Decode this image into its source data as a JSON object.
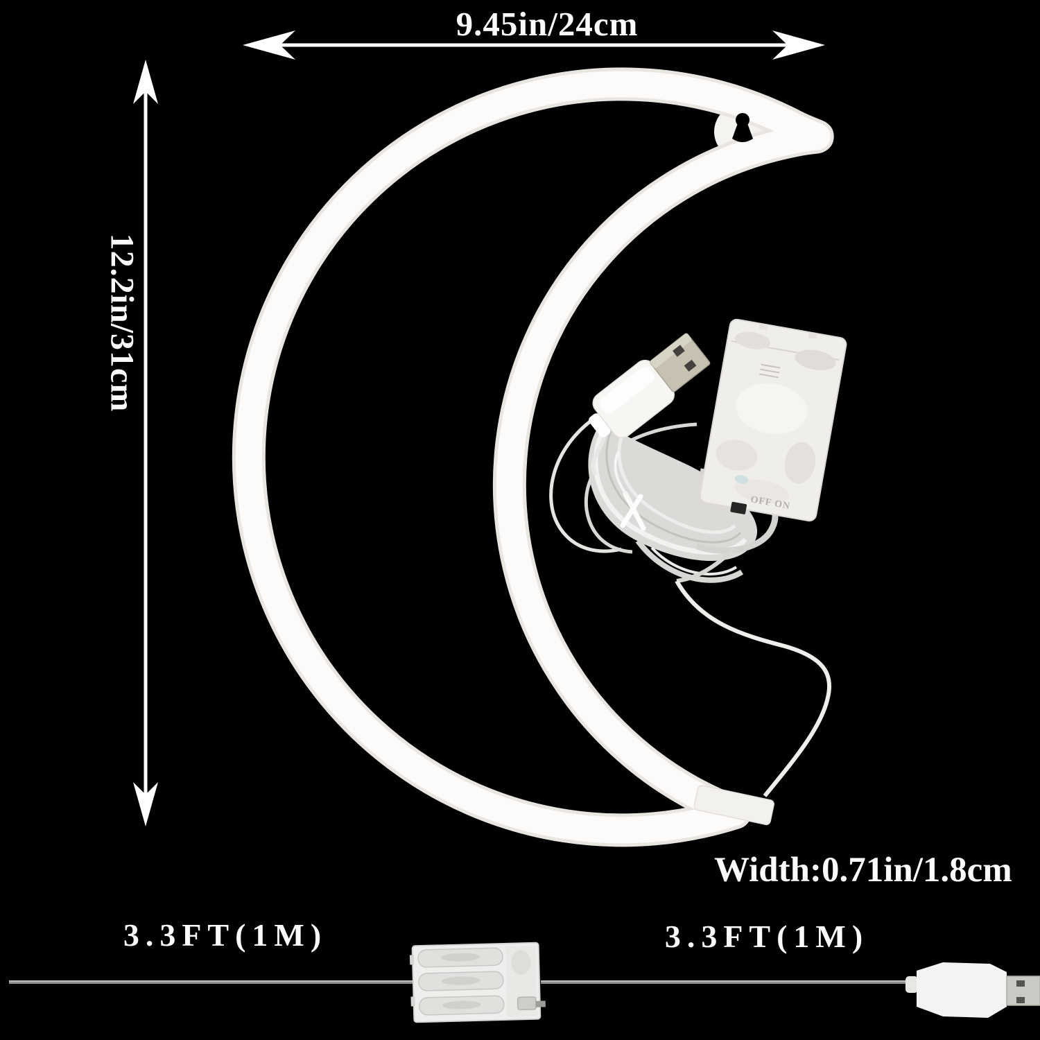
{
  "background": "#000000",
  "colors": {
    "text": "#fafafa",
    "arrow": "#ffffff",
    "tube_edge": "#e9e6e2",
    "tube_core": "#fcfbf9",
    "cable_gray": "#8f8f8f",
    "metal": "#c6c1b1",
    "plastic_white": "#f1efec"
  },
  "dimensions": {
    "width_label": "9.45in/24cm",
    "height_label": "12.2in/31cm",
    "tube_width_label": "Width:0.71in/1.8cm",
    "cable_left_label": "3.3FT(1M)",
    "cable_right_label": "3.3FT(1M)"
  },
  "battery_box": {
    "switch_label": "OFF ON"
  }
}
